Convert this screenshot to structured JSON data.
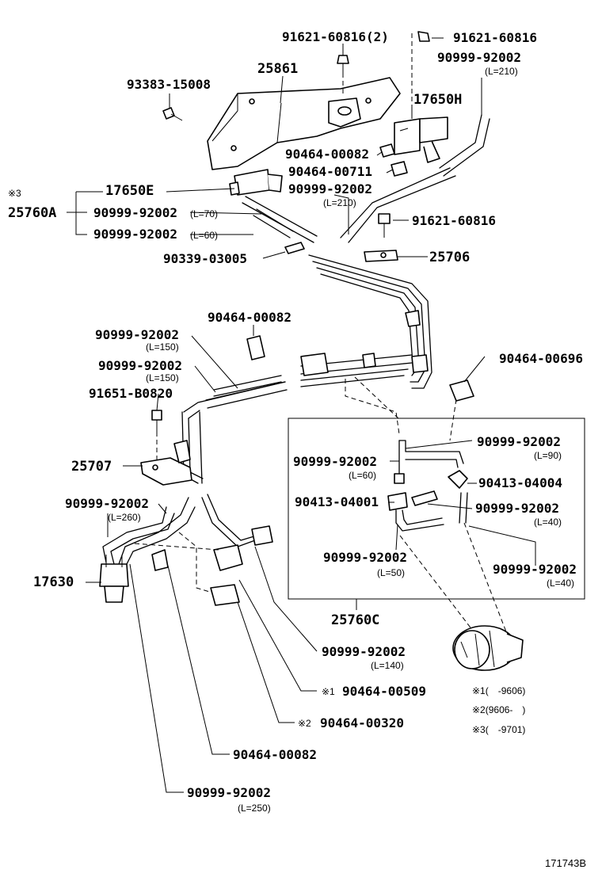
{
  "labels": {
    "p91621_60816_2": "91621-60816(2)",
    "p91621_60816_a": "91621-60816",
    "p90999_92002_a": "90999-92002",
    "l210_a": "(L=210)",
    "p25861": "25861",
    "p93383_15008": "93383-15008",
    "p17650H": "17650H",
    "p90464_00082_a": "90464-00082",
    "p90464_00711": "90464-00711",
    "p90999_92002_b": "90999-92002",
    "l210_b": "(L=210)",
    "mark3": "※3",
    "p17650E": "17650E",
    "p25760A": "25760A",
    "p90999_92002_c": "90999-92002",
    "l70": "(L=70)",
    "p90999_92002_d": "90999-92002",
    "l60_a": "(L=60)",
    "p91621_60816_b": "91621-60816",
    "p90339_03005": "90339-03005",
    "p25706": "25706",
    "p90464_00082_b": "90464-00082",
    "p90999_92002_e": "90999-92002",
    "l150_a": "(L=150)",
    "p90999_92002_f": "90999-92002",
    "l150_b": "(L=150)",
    "p91651_B0820": "91651-B0820",
    "p90464_00696": "90464-00696",
    "p90999_92002_g": "90999-92002",
    "l90": "(L=90)",
    "p90999_92002_h": "90999-92002",
    "l60_b": "(L=60)",
    "p25707": "25707",
    "p90413_04004": "90413-04004",
    "p90413_04001": "90413-04001",
    "p90999_92002_i": "90999-92002",
    "l40_a": "(L=40)",
    "p90999_92002_j": "90999-92002",
    "l260": "(L=260)",
    "p90999_92002_k": "90999-92002",
    "l50": "(L=50)",
    "p90999_92002_l": "90999-92002",
    "l40_b": "(L=40)",
    "p17630": "17630",
    "p25760C": "25760C",
    "p90999_92002_m": "90999-92002",
    "l140": "(L=140)",
    "mark1": "※1",
    "p90464_00509": "90464-00509",
    "note1": "※1(　-9606)",
    "note2": "※2(9606-　)",
    "mark2": "※2",
    "p90464_00320": "90464-00320",
    "note3": "※3(　-9701)",
    "p90464_00082_c": "90464-00082",
    "p90999_92002_n": "90999-92002",
    "l250": "(L=250)",
    "figure_id": "171743B"
  }
}
